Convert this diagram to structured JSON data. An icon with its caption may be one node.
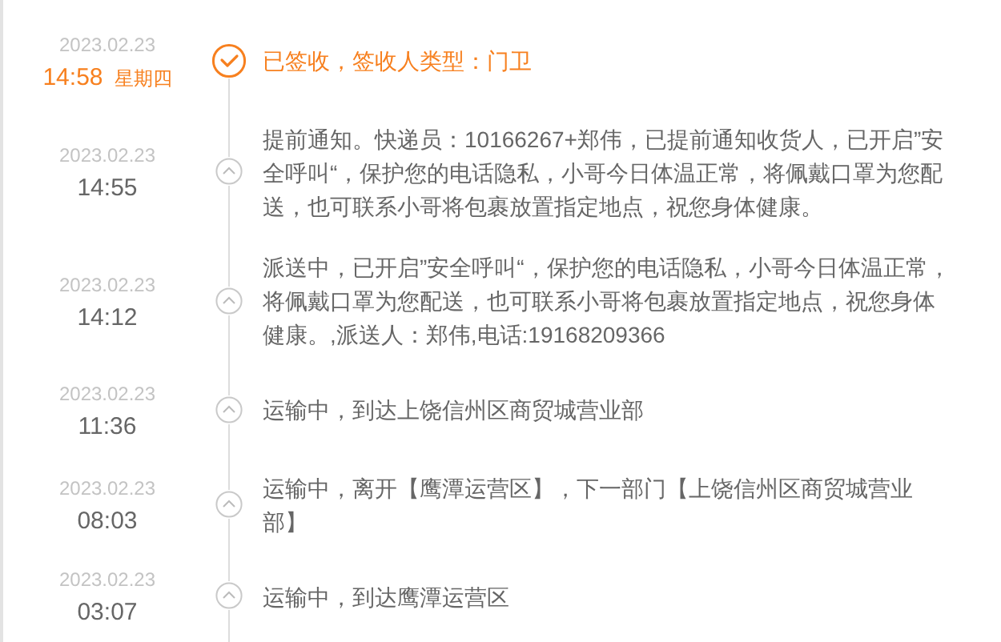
{
  "diagram": {
    "nodes": [
      {
        "text": [],
        "shape": "circle",
        "beside": [
          "2023.02.23",
          "14:58",
          "星期四",
          "已签收，签收人类型：门卫"
        ]
      },
      {
        "text": [],
        "shape": "circle",
        "beside": [
          "2023.02.23",
          "14:55",
          "提前通知。快递员：10166267+郑伟，已提前通知收货人，已开启”安全呼叫“，保护您的电话隐私，小哥今日体温正常，将佩戴口罩为您配送，也可联系小哥将包裹放置指定地点，祝您身体健康。"
        ]
      },
      {
        "text": [],
        "shape": "circle",
        "beside": [
          "2023.02.23",
          "14:12",
          "派送中，已开启”安全呼叫“，保护您的电话隐私，小哥今日体温正常，将佩戴口罩为您配送，也可联系小哥将包裹放置指定地点，祝您身体健康。,派送人：郑伟,电话:19168209366"
        ]
      },
      {
        "text": [],
        "shape": "circle",
        "beside": [
          "2023.02.23",
          "11:36",
          "运输中，到达上饶信州区商贸城营业部"
        ]
      },
      {
        "text": [],
        "shape": "circle",
        "beside": [
          "2023.02.23",
          "08:03",
          "运输中，离开【鹰潭运营区】，下一部门【上饶信州区商贸城营业部】"
        ]
      },
      {
        "text": [],
        "shape": "circle",
        "beside": [
          "2023.02.23",
          "03:07",
          "运输中，到达鹰潭运营区"
        ]
      }
    ],
    "edges": [
      {
        "from": 0,
        "to": 1,
        "arrow": "none"
      },
      {
        "from": 1,
        "to": 2,
        "arrow": "none"
      },
      {
        "from": 2,
        "to": 3,
        "arrow": "none"
      },
      {
        "from": 3,
        "to": 4,
        "arrow": "none"
      },
      {
        "from": 4,
        "to": 5,
        "arrow": "none"
      },
      {
        "from": 5,
        "to": null,
        "arrow": "none"
      }
    ]
  }
}
